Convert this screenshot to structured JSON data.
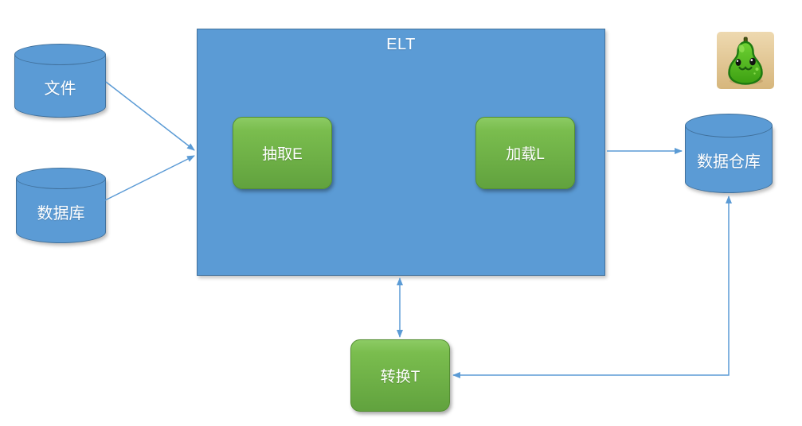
{
  "diagram": {
    "container_title": "ELT",
    "nodes": {
      "file": {
        "label": "文件",
        "shape": "cylinder"
      },
      "database": {
        "label": "数据库",
        "shape": "cylinder"
      },
      "extract": {
        "label": "抽取E",
        "shape": "rounded-rect"
      },
      "load": {
        "label": "加载L",
        "shape": "rounded-rect"
      },
      "transform": {
        "label": "转换T",
        "shape": "rounded-rect"
      },
      "warehouse": {
        "label": "数据仓库",
        "shape": "cylinder"
      }
    },
    "connections": [
      {
        "from": "file",
        "to": "elt-box",
        "direction": "one-way"
      },
      {
        "from": "database",
        "to": "elt-box",
        "direction": "one-way"
      },
      {
        "from": "elt-box",
        "to": "warehouse",
        "direction": "one-way"
      },
      {
        "from": "elt-box",
        "to": "transform",
        "direction": "two-way"
      },
      {
        "from": "warehouse",
        "to": "transform",
        "direction": "two-way"
      }
    ],
    "colors": {
      "blue_fill": "#5B9BD5",
      "blue_border": "#41719C",
      "green_gradient_top": "#8CCB64",
      "green_gradient_bottom": "#61A23E",
      "arrow": "#5B9BD5",
      "label_text": "#FFFFFF",
      "logo_background": "#E6CBA0"
    },
    "logo": {
      "name": "pear-mascot-icon"
    }
  }
}
